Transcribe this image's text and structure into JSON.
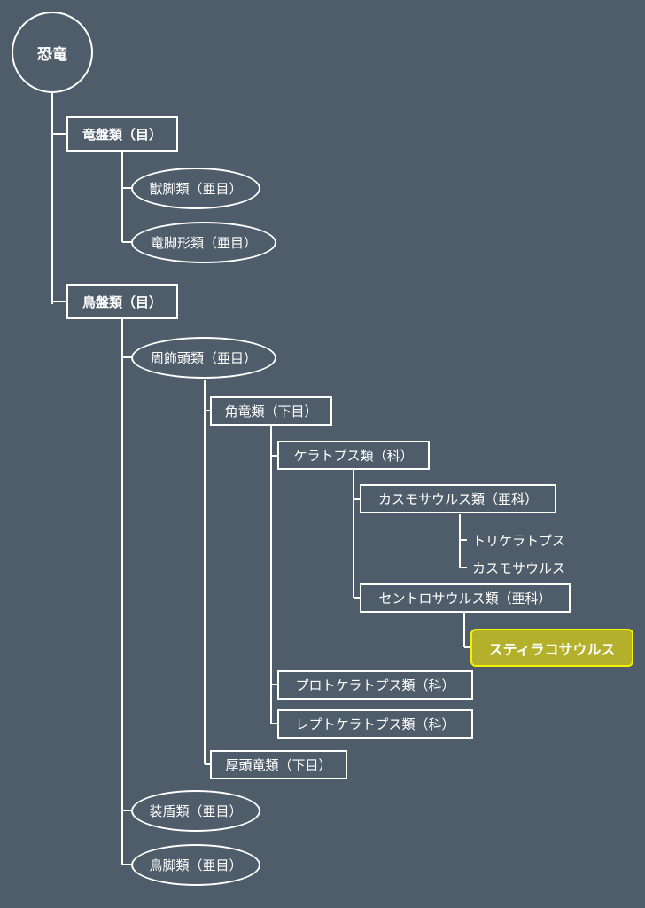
{
  "root": "恐竜",
  "saurischia": "竜盤類（目）",
  "theropoda": "獣脚類（亜目）",
  "sauropodomorpha": "竜脚形類（亜目）",
  "ornithischia": "鳥盤類（目）",
  "marginocephalia": "周飾頭類（亜目）",
  "ceratopsia": "角竜類（下目）",
  "ceratopsidae": "ケラトプス類（科）",
  "chasmosaurinae": "カスモサウルス類（亜科）",
  "triceratops": "トリケラトプス",
  "chasmosaurus": "カスモサウルス",
  "centrosaurinae": "セントロサウルス類（亜科）",
  "styracosaurus": "スティラコサウルス",
  "protoceratopsidae": "プロトケラトプス類（科）",
  "leptoceratopsidae": "レプトケラトプス類（科）",
  "pachycephalosauria": "厚頭竜類（下目）",
  "thyreophora": "装盾類（亜目）",
  "ornithopoda": "鳥脚類（亜目）",
  "colors": {
    "background": "#4f5d6b",
    "line": "#ffffff",
    "highlight_fill": "#b5b02c",
    "highlight_border": "#f2f200"
  }
}
